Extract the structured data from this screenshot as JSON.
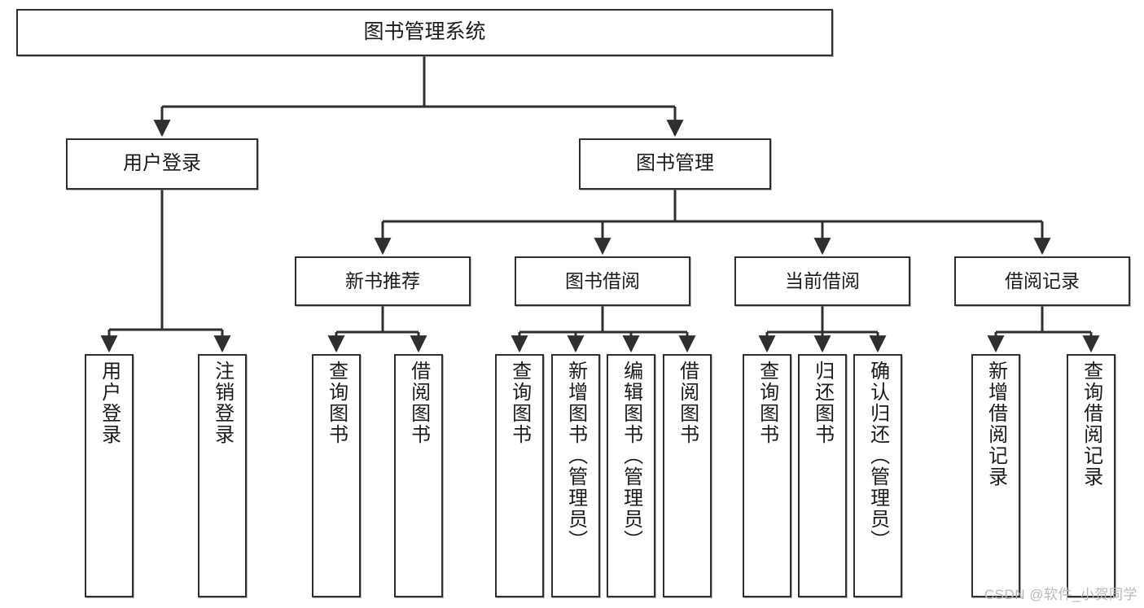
{
  "diagram": {
    "title": "图书管理系统",
    "watermark": "CSDN @软件_小贺同学",
    "colors": {
      "box_border": "#2f2f2f",
      "box_fill": "#ffffff",
      "edge": "#2f2f2f",
      "text": "#1b1b1b",
      "watermark": "#b9b9b9",
      "background": "#ffffff"
    },
    "nodes": {
      "root": {
        "label": "图书管理系统"
      },
      "level2": [
        {
          "label": "用户登录"
        },
        {
          "label": "图书管理"
        }
      ],
      "level3": [
        {
          "label": "新书推荐"
        },
        {
          "label": "图书借阅"
        },
        {
          "label": "当前借阅"
        },
        {
          "label": "借阅记录"
        }
      ],
      "leaves": [
        {
          "label": "用户登录"
        },
        {
          "label": "注销登录"
        },
        {
          "label": "查询图书"
        },
        {
          "label": "借阅图书"
        },
        {
          "label": "查询图书"
        },
        {
          "label": "新增图书（管理员）"
        },
        {
          "label": "编辑图书（管理员）"
        },
        {
          "label": "借阅图书"
        },
        {
          "label": "查询图书"
        },
        {
          "label": "归还图书"
        },
        {
          "label": "确认归还（管理员）"
        },
        {
          "label": "新增借阅记录"
        },
        {
          "label": "查询借阅记录"
        }
      ]
    }
  }
}
